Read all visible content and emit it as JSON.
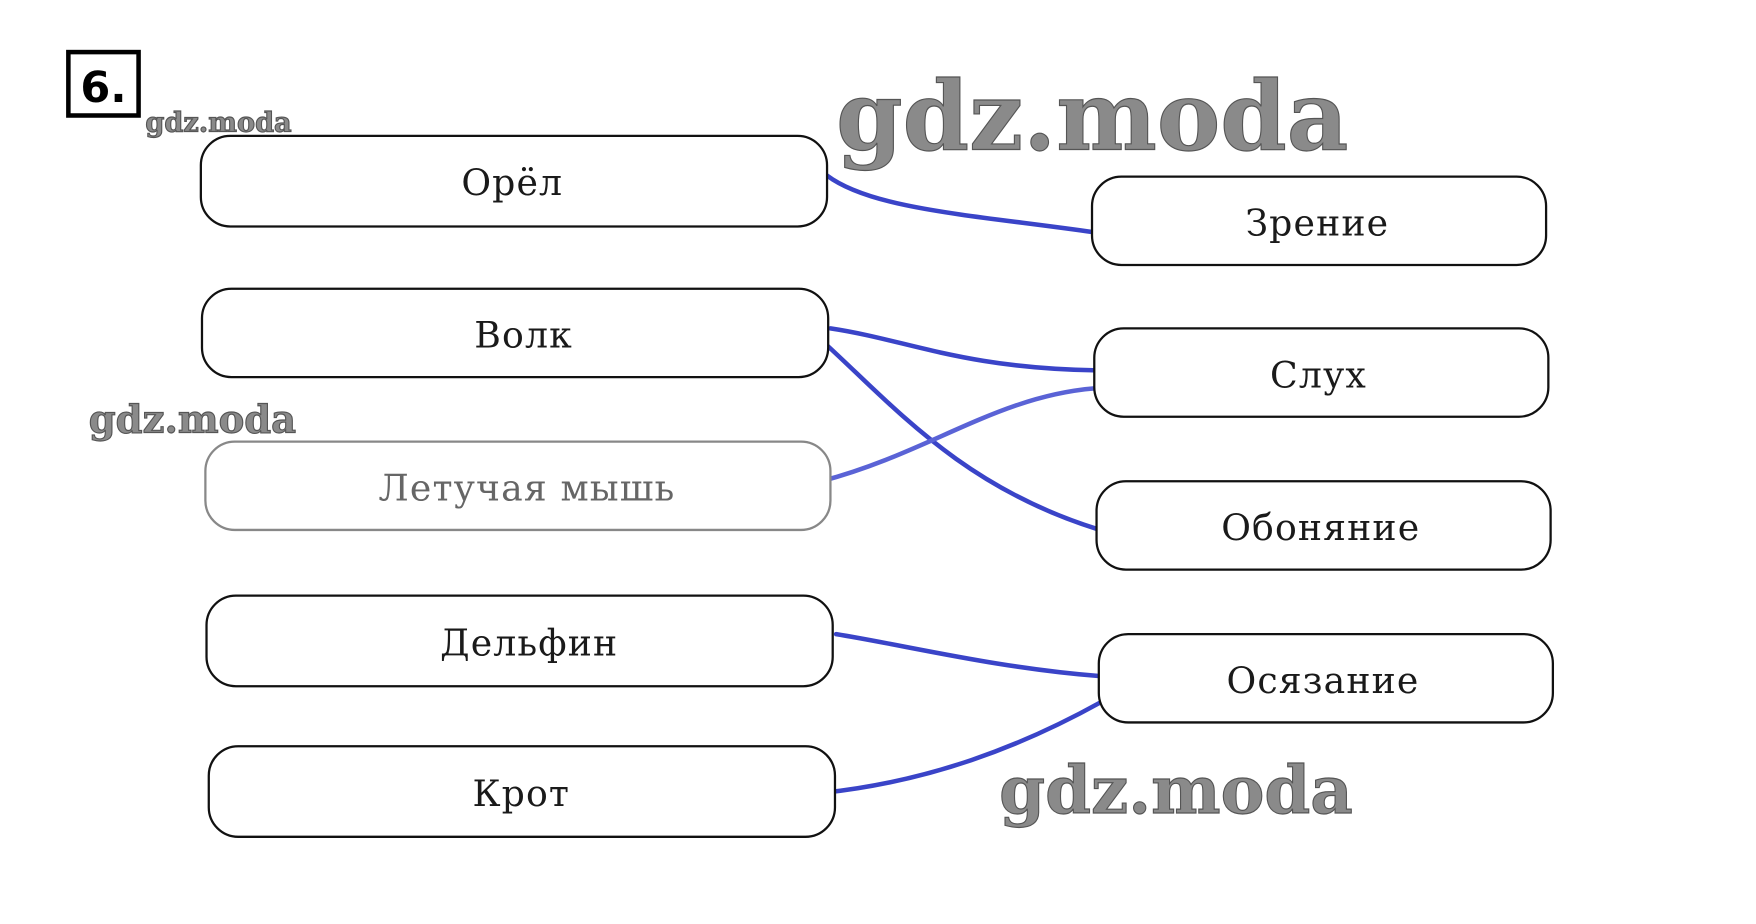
{
  "task_number": "6.",
  "animals": [
    "Орёл",
    "Волк",
    "Летучая мышь",
    "Дельфин",
    "Крот"
  ],
  "senses": [
    "Зрение",
    "Слух",
    "Обоняние",
    "Осязание"
  ],
  "matches": [
    {
      "animal": "Орёл",
      "sense": "Зрение"
    },
    {
      "animal": "Волк",
      "sense": "Слух"
    },
    {
      "animal": "Волк",
      "sense": "Обоняние"
    },
    {
      "animal": "Летучая мышь",
      "sense": "Слух"
    },
    {
      "animal": "Дельфин",
      "sense": "Осязание"
    },
    {
      "animal": "Крот",
      "sense": "Осязание"
    }
  ],
  "watermark": "gdz.moda",
  "line_color": "#3a44c8"
}
